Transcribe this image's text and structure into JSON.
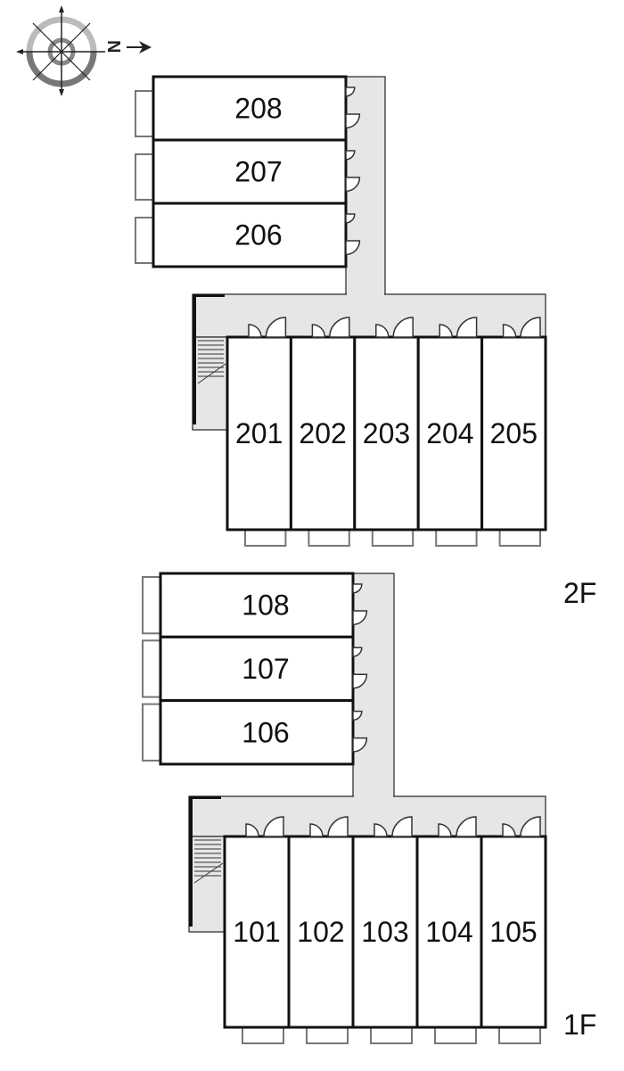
{
  "compass": {
    "north_label": "N",
    "icon": "compass-rose-icon"
  },
  "floors": [
    {
      "label": "2F",
      "side_units": [
        "208",
        "207",
        "206"
      ],
      "row_units": [
        "201",
        "202",
        "203",
        "204",
        "205"
      ]
    },
    {
      "label": "1F",
      "side_units": [
        "108",
        "107",
        "106"
      ],
      "row_units": [
        "101",
        "102",
        "103",
        "104",
        "105"
      ]
    }
  ],
  "colors": {
    "corridor": "#e6e6e6",
    "wall": "#111111"
  }
}
